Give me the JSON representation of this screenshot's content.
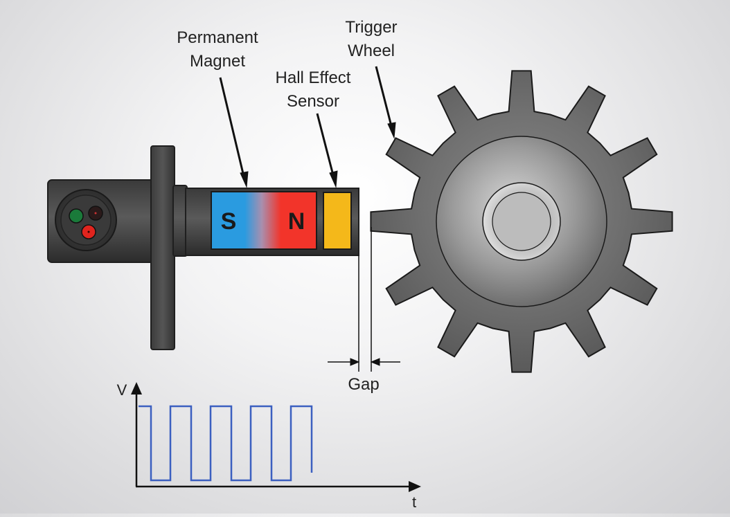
{
  "labels": {
    "permanent_magnet": [
      "Permanent",
      "Magnet"
    ],
    "trigger_wheel": [
      "Trigger",
      "Wheel"
    ],
    "hall_sensor": [
      "Hall Effect",
      "Sensor"
    ],
    "gap": "Gap"
  },
  "magnet": {
    "south": "S",
    "north": "N"
  },
  "graph": {
    "y_label": "V",
    "x_label": "t",
    "signal_color": "#3b5fc0",
    "waveform": "square",
    "high_pulses": 5
  },
  "colors": {
    "magnet_south": "#2a9be0",
    "magnet_north": "#f2342a",
    "sensor": "#f4b81a",
    "connector_pins": [
      "#1a7a3a",
      "#2a1a1a",
      "#e0241e"
    ]
  }
}
